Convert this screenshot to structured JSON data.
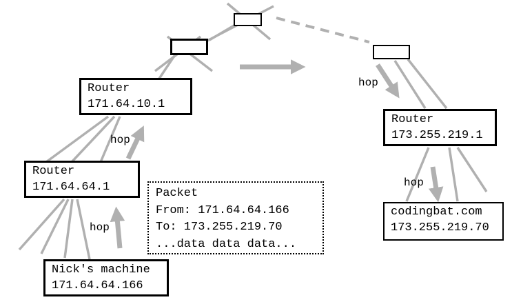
{
  "nodes": {
    "router_a": {
      "line1": "Router",
      "line2": "171.64.10.1"
    },
    "router_b": {
      "line1": "Router",
      "line2": "171.64.64.1"
    },
    "router_c": {
      "line1": "Router",
      "line2": "173.255.219.1"
    },
    "nick": {
      "line1": "Nick's machine",
      "line2": "171.64.64.166"
    },
    "codingbat": {
      "line1": "codingbat.com",
      "line2": "173.255.219.70"
    }
  },
  "packet": {
    "title": "Packet",
    "from": "From: 171.64.64.166",
    "to": "To: 173.255.219.70",
    "data": "...data data data..."
  },
  "hops": [
    "hop",
    "hop",
    "hop",
    "hop"
  ],
  "colors": {
    "line_gray": "#b0b0b0",
    "border": "#000000",
    "background": "#ffffff"
  }
}
